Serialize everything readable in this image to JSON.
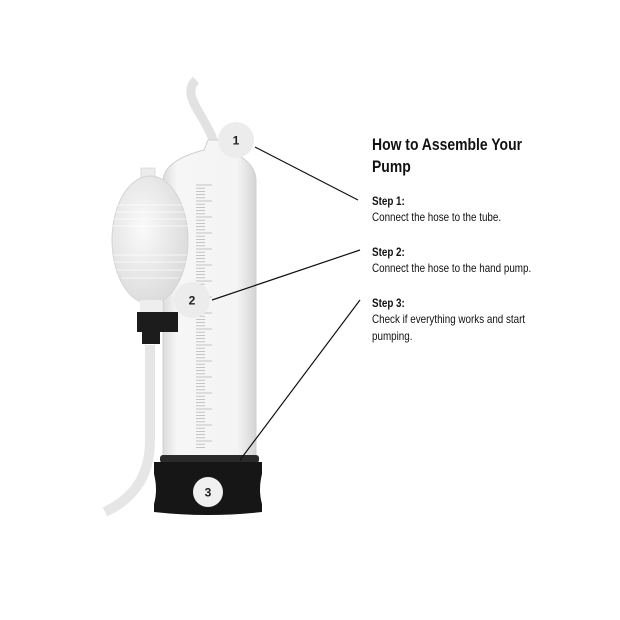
{
  "title_line1": "How to Assemble Your",
  "title_line2": "Pump",
  "steps": [
    {
      "label": "Step 1:",
      "text": [
        "Connect the hose to the tube."
      ]
    },
    {
      "label": "Step 2:",
      "text": [
        "Connect the hose to the hand pump."
      ]
    },
    {
      "label": "Step 3:",
      "text": [
        "Check if everything works and start",
        "pumping."
      ]
    }
  ],
  "callouts": [
    "1",
    "2",
    "3"
  ],
  "colors": {
    "base": "#151515",
    "callout_circle": "#ececec",
    "hose": "#e4e4e4",
    "tube": "#f2f2f2"
  }
}
